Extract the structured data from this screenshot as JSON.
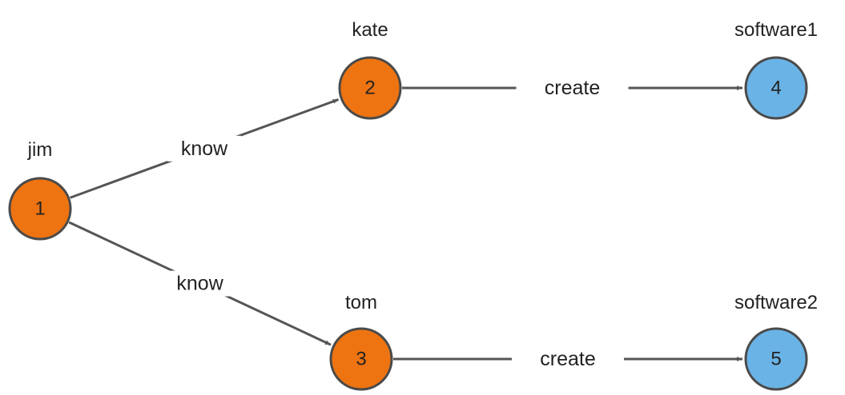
{
  "colors": {
    "person": "#ee7411",
    "software": "#6ab3e6",
    "edge": "#555555",
    "node_border": "#4a4a4a"
  },
  "nodes": [
    {
      "id": "1",
      "name": "jim",
      "kind": "person"
    },
    {
      "id": "2",
      "name": "kate",
      "kind": "person"
    },
    {
      "id": "3",
      "name": "tom",
      "kind": "person"
    },
    {
      "id": "4",
      "name": "software1",
      "kind": "software"
    },
    {
      "id": "5",
      "name": "software2",
      "kind": "software"
    }
  ],
  "edges": [
    {
      "from": "1",
      "to": "2",
      "label": "know"
    },
    {
      "from": "1",
      "to": "3",
      "label": "know"
    },
    {
      "from": "2",
      "to": "4",
      "label": "create"
    },
    {
      "from": "3",
      "to": "5",
      "label": "create"
    }
  ]
}
